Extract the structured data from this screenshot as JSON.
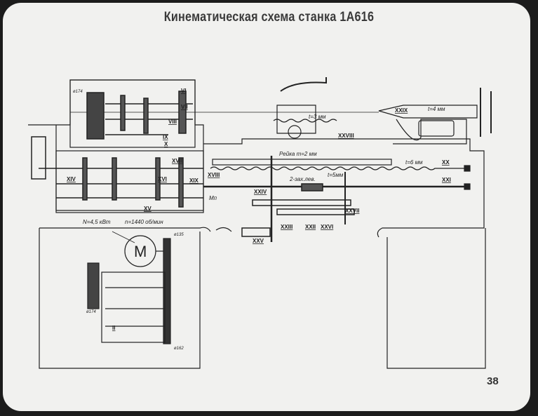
{
  "title": "Кинематическая схема станка 1А616",
  "page_number": "38",
  "labels": {
    "rack": "Рейка m=2 мм",
    "lead_screw_pitch": "t=6 мм",
    "cross_screw_pitch": "t=3 мм",
    "tailstock_screw_pitch": "t=4 мм",
    "feed_screw_pitch": "t=5мм",
    "worm": "2-зах.лев.",
    "motor_power": "N=4,5 кВт",
    "motor_speed": "n=1440 об/мин",
    "motor": "М",
    "clutch_mp": "Мп",
    "pulley_top": "ø174",
    "pulley_motor": "ø135",
    "pulley_bottom": "ø174",
    "pulley_motor_bottom": "ø162"
  },
  "shafts": [
    "VI",
    "VII",
    "VIII",
    "IX",
    "X",
    "XIV",
    "XV",
    "XVI",
    "XVII",
    "XVIII",
    "XIX",
    "XX",
    "XXI",
    "XXII",
    "XXIII",
    "XXIV",
    "XXV",
    "XXVI",
    "XXVII",
    "XXVIII",
    "XXIX",
    "II"
  ]
}
